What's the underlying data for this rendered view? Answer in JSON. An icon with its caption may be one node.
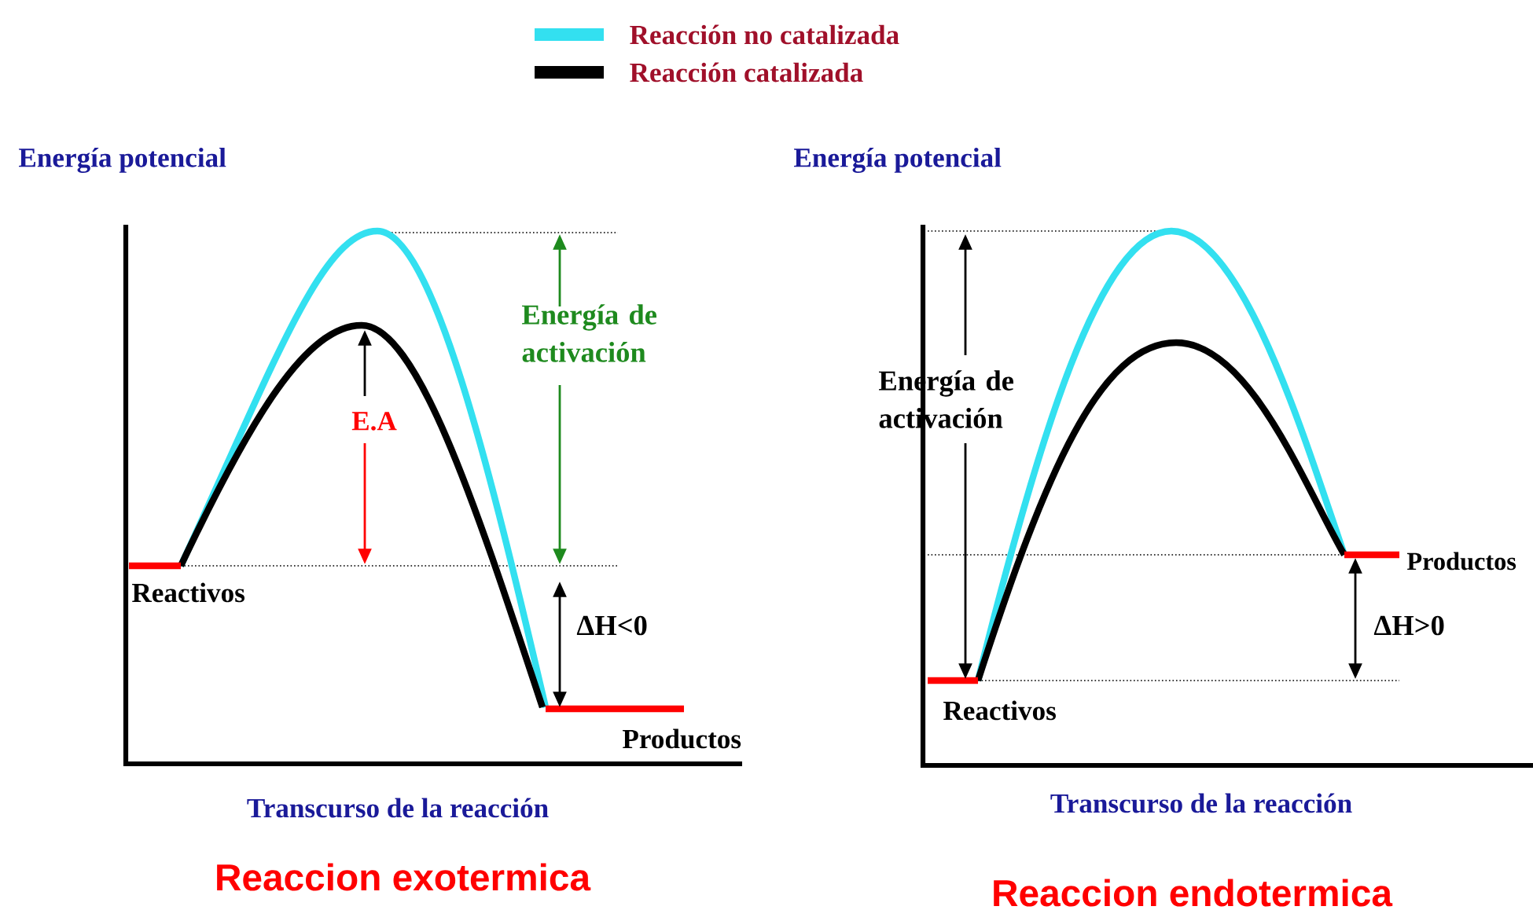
{
  "diagram": {
    "labels": [
      "Energía potencial",
      "Energía potencial",
      "Energía de activación",
      "E.A",
      "Reactivos",
      "ΔH<0",
      "Productos",
      "Transcurso de la reacción",
      "Reaccion exotermica",
      "Energía de activación",
      "Productos",
      "ΔH>0",
      "Reactivos",
      "Transcurso de la reacción",
      "Reaccion endotermica"
    ],
    "legend": [
      {
        "text": "Reacción no catalizada",
        "color": "#33e0f0"
      },
      {
        "text": "Reacción  catalizada",
        "color": "#000000"
      }
    ]
  }
}
